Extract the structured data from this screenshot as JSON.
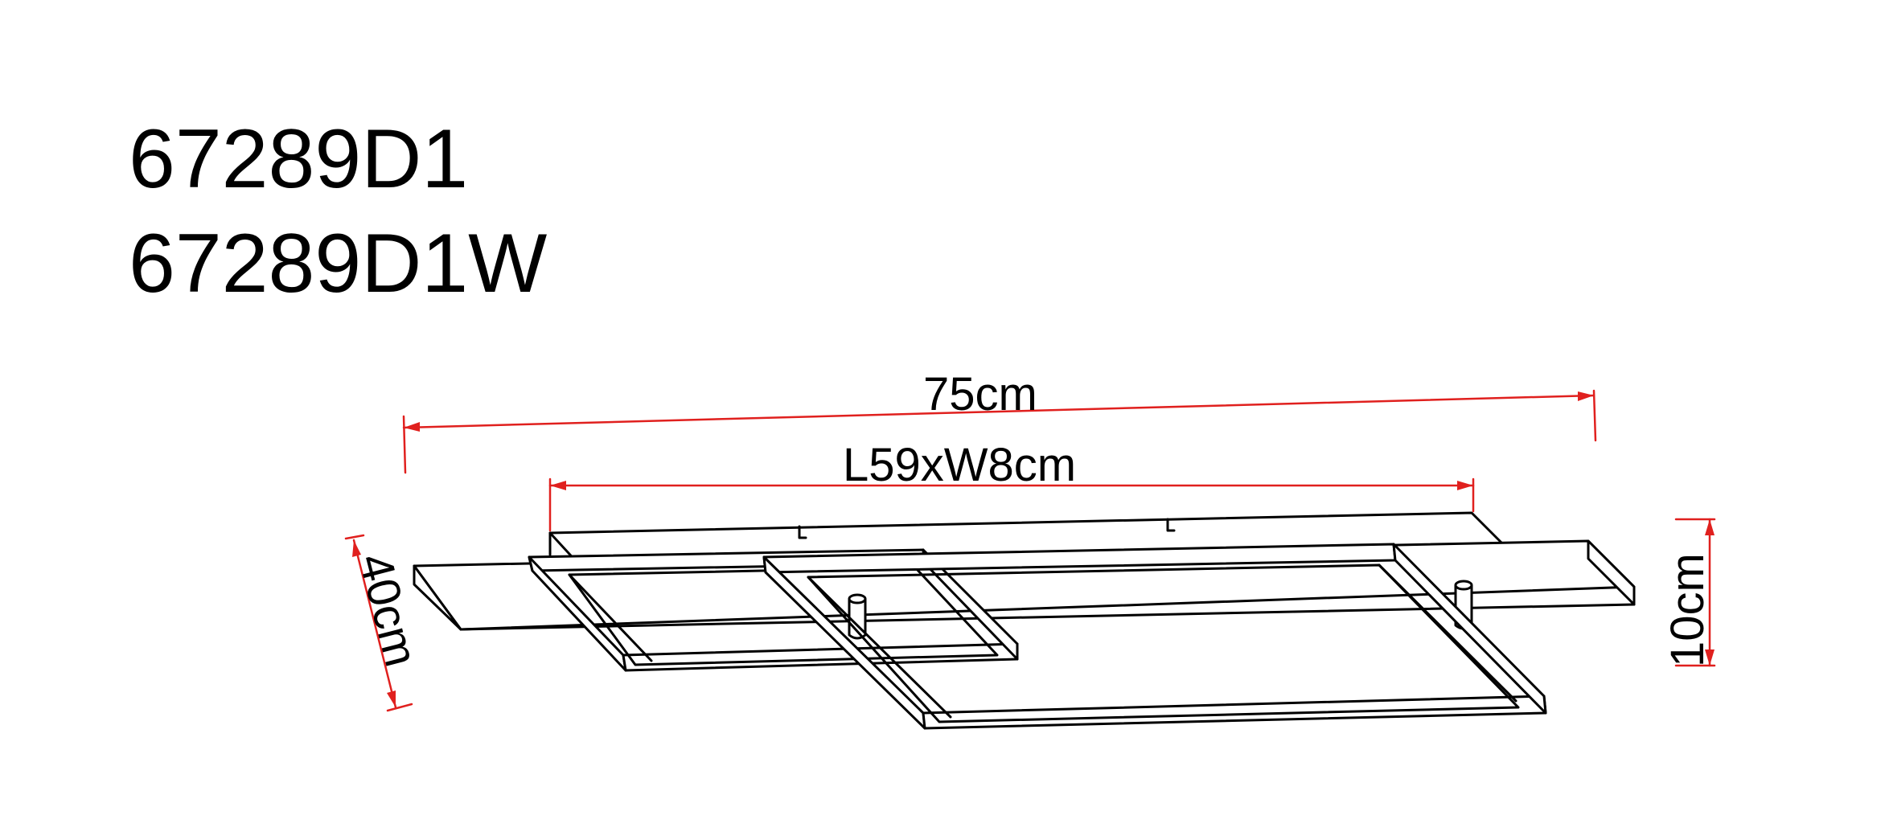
{
  "model_codes": [
    "67289D1",
    "67289D1W"
  ],
  "dimensions": {
    "overall_length": "75cm",
    "canopy_size": "L59xW8cm",
    "depth": "40cm",
    "height": "10cm"
  },
  "colors": {
    "dimension_line": "#e0201e",
    "outline": "#000000",
    "background": "#ffffff"
  }
}
